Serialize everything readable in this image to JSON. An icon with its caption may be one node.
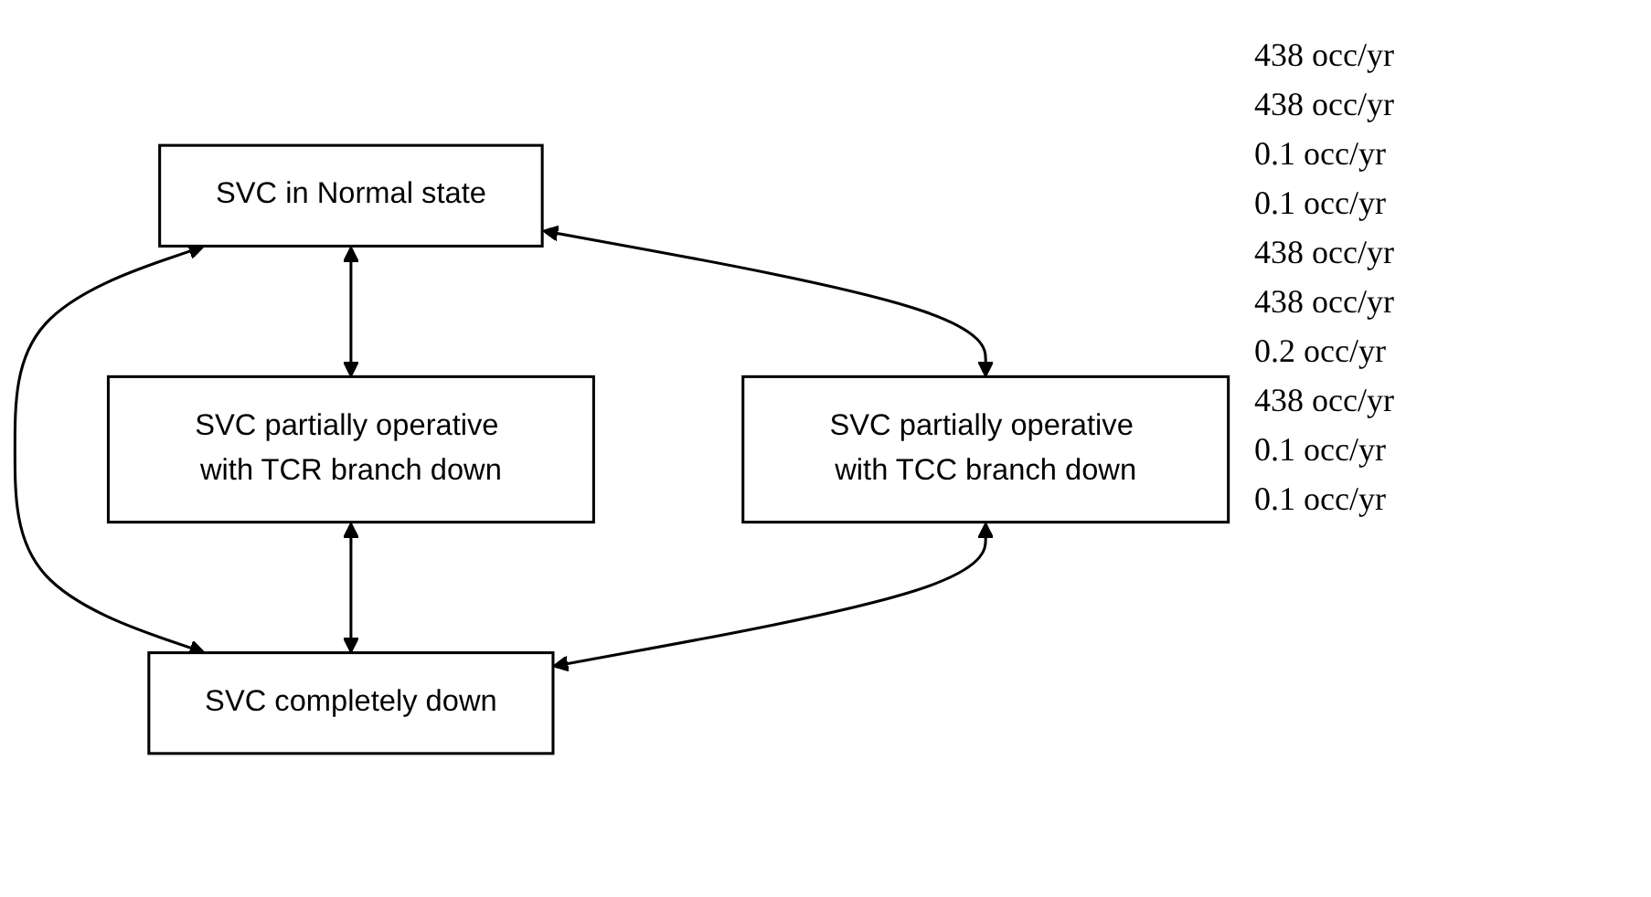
{
  "diagram": {
    "nodes": [
      {
        "text": [
          "SVC in Normal state"
        ]
      },
      {
        "text": [
          "SVC partially operative with TCR branch down"
        ]
      },
      {
        "text": [
          "SVC partially operative with TCC branch down"
        ]
      },
      {
        "text": [
          "SVC completely down"
        ]
      }
    ],
    "edges": [
      {
        "from": 0,
        "to": 1,
        "arrow": "both"
      },
      {
        "from": 0,
        "to": 3,
        "arrow": "both"
      },
      {
        "from": 0,
        "to": 2,
        "arrow": "both"
      },
      {
        "from": 1,
        "to": 3,
        "arrow": "both"
      },
      {
        "from": 2,
        "to": 3,
        "arrow": "both"
      }
    ],
    "labels": [
      "438 occ/yr",
      "438 occ/yr",
      "0.1 occ/yr",
      "0.1 occ/yr",
      "438 occ/yr",
      "438 occ/yr",
      "0.2 occ/yr",
      "438 occ/yr",
      "0.1 occ/yr",
      "0.1 occ/yr"
    ]
  }
}
